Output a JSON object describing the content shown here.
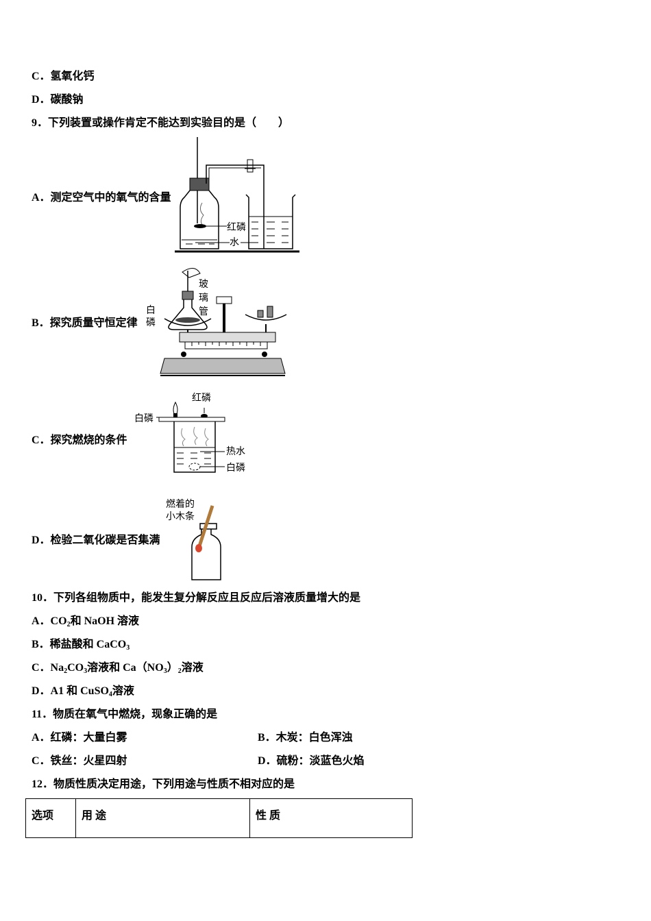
{
  "q8": {
    "optC": "C．氢氧化钙",
    "optD": "D．碳酸钠"
  },
  "q9": {
    "stem": "9．下列装置或操作肯定不能达到实验目的是（　　）",
    "optA": "A．测定空气中的氧气的含量",
    "optB": "B．探究质量守恒定律",
    "optC": "C．探究燃烧的条件",
    "optD": "D．检验二氧化碳是否集满",
    "figA": {
      "label1": "红磷",
      "label2": "水"
    },
    "figB": {
      "label_glass": [
        "玻",
        "璃",
        "管"
      ],
      "label_p": [
        "白",
        "磷"
      ]
    },
    "figC": {
      "label_top": "红磷",
      "label_left": "白磷",
      "label_water": "热水",
      "label_bottom": "白磷"
    },
    "figD": {
      "label_line1": "燃着的",
      "label_line2": "小木条"
    }
  },
  "q10": {
    "stem": "10．下列各组物质中，能发生复分解反应且反应后溶液质量增大的是",
    "optA": {
      "pre": "A．CO",
      "sub": "2",
      "post": "和 NaOH 溶液"
    },
    "optB": {
      "pre": "B．稀盐酸和 CaCO",
      "sub": "3",
      "post": ""
    },
    "optC": {
      "p1": "C．Na",
      "s1": "2",
      "p2": "CO",
      "s2": "3",
      "p3": "溶液和 Ca（NO",
      "s3": "3",
      "p4": "）",
      "s4": "2",
      "p5": "溶液"
    },
    "optD": {
      "pre": "D．A1 和 CuSO",
      "sub": "4",
      "post": "溶液"
    }
  },
  "q11": {
    "stem": "11．物质在氧气中燃烧，现象正确的是",
    "optA": "A．红磷：大量白雾",
    "optB": "B．木炭：白色浑浊",
    "optC": "C．铁丝：火星四射",
    "optD": "D．硫粉：淡蓝色火焰"
  },
  "q12": {
    "stem": "12．物质性质决定用途，下列用途与性质不相对应的是",
    "table_headers": [
      "选项",
      "用 途",
      "性 质"
    ]
  }
}
